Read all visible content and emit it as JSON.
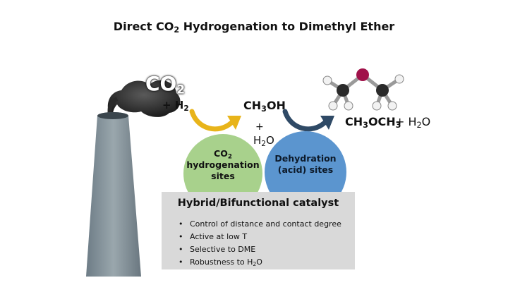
{
  "title": {
    "pre": "Direct CO",
    "sub": "2",
    "post": " Hydrogenation to Dimethyl Ether"
  },
  "smokestack_label": {
    "main": "CO",
    "sub": "2"
  },
  "h2_label": {
    "main": "+ H",
    "sub": "2"
  },
  "methanol_label": {
    "pre": "CH",
    "sub": "3",
    "post": "OH"
  },
  "plus_label": "+",
  "water_mid_label": {
    "pre": "H",
    "sub": "2",
    "post": "O"
  },
  "dme_label": {
    "a": "CH",
    "s1": "3",
    "b": "OCH",
    "s2": "3"
  },
  "water_right_label": {
    "pre": "+ H",
    "sub": "2",
    "post": "O"
  },
  "green_site": {
    "l1_pre": "CO",
    "l1_sub": "2",
    "l2": "hydrogenation",
    "l3": "sites"
  },
  "blue_site": {
    "l1": "Dehydration",
    "l2": "(acid) sites"
  },
  "catalyst": {
    "title": "Hybrid/Bifunctional catalyst",
    "bullets": [
      "Control of distance and contact degree",
      "Active at low T",
      "Selective to DME"
    ],
    "bullet4": {
      "pre": "Robustness to H",
      "sub": "2",
      "post": "O"
    }
  },
  "colors": {
    "green_site": "#a8d18c",
    "blue_site": "#5b95cf",
    "catalyst_box": "#d9d9d9",
    "arrow_yellow": "#e8b41a",
    "arrow_navy": "#2f4a66",
    "oxygen_atom": "#a0124a"
  }
}
